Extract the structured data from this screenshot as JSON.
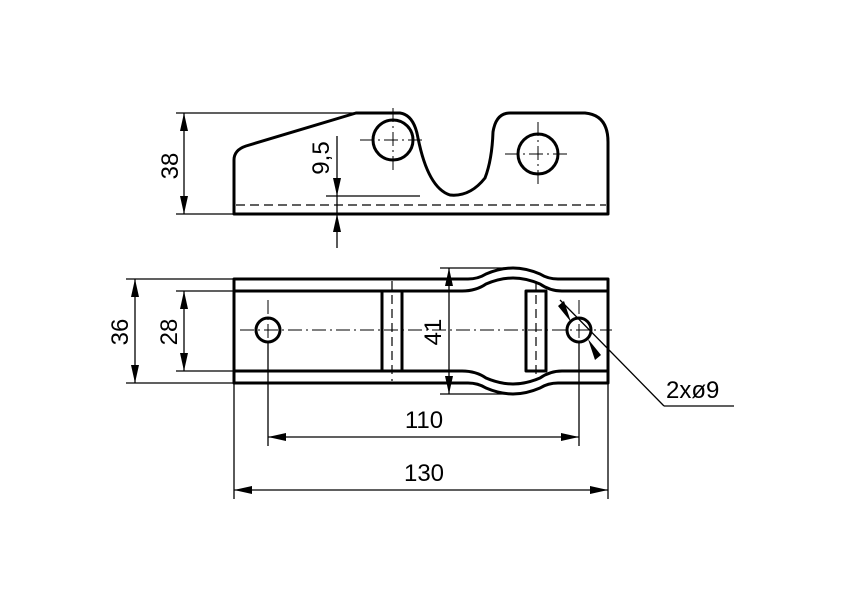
{
  "drawing": {
    "colors": {
      "line": "#000000",
      "background": "#ffffff"
    },
    "side_view": {
      "dimensions": {
        "height": "38",
        "slot_depth": "9,5"
      }
    },
    "top_view": {
      "dimensions": {
        "outer_width": "36",
        "inner_width": "28",
        "bulge_width": "41",
        "hole_spacing": "110",
        "total_length": "130",
        "holes": "2xø9"
      }
    }
  }
}
